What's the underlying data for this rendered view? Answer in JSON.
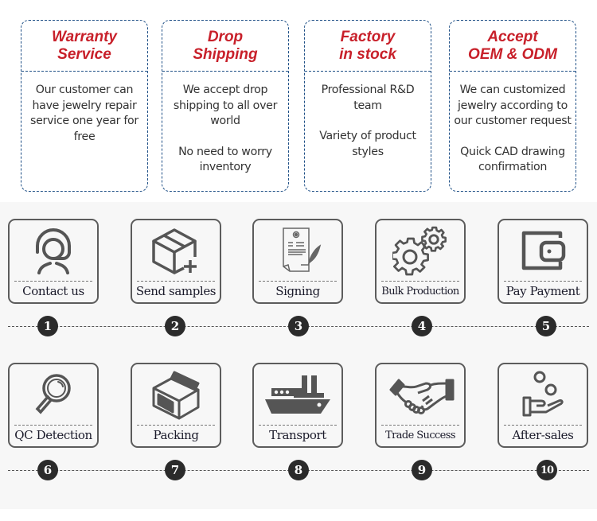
{
  "features": [
    {
      "title": "Warranty\nService",
      "paragraphs": [
        "Our customer can have jewelry repair service one year for free"
      ]
    },
    {
      "title": "Drop\nShipping",
      "paragraphs": [
        "We accept drop shipping to all over world",
        "No need to worry inventory"
      ]
    },
    {
      "title": "Factory\nin stock",
      "paragraphs": [
        "Professional R&D team",
        "Variety of product styles"
      ]
    },
    {
      "title": "Accept\nOEM & ODM",
      "paragraphs": [
        "We can customized jewelry according to our customer request",
        "Quick CAD drawing confirmation"
      ]
    }
  ],
  "colors": {
    "title_red": "#c8202a",
    "border_blue": "#1e4f86",
    "icon_gray": "#555555",
    "badge_dark": "#2b2b2b",
    "section_bg": "#f7f7f7"
  },
  "steps": [
    {
      "number": "1",
      "label": "Contact us",
      "icon": "headset-person-icon"
    },
    {
      "number": "2",
      "label": "Send samples",
      "icon": "box-plus-icon"
    },
    {
      "number": "3",
      "label": "Signing",
      "icon": "contract-quill-icon"
    },
    {
      "number": "4",
      "label": "Bulk Production",
      "icon": "gears-icon"
    },
    {
      "number": "5",
      "label": "Pay Payment",
      "icon": "wallet-icon"
    },
    {
      "number": "6",
      "label": "QC Detection",
      "icon": "magnifier-icon"
    },
    {
      "number": "7",
      "label": "Packing",
      "icon": "open-box-icon"
    },
    {
      "number": "8",
      "label": "Transport",
      "icon": "ship-icon"
    },
    {
      "number": "9",
      "label": "Trade Success",
      "icon": "handshake-icon"
    },
    {
      "number": "10",
      "label": "After-sales",
      "icon": "hand-coins-icon"
    }
  ]
}
